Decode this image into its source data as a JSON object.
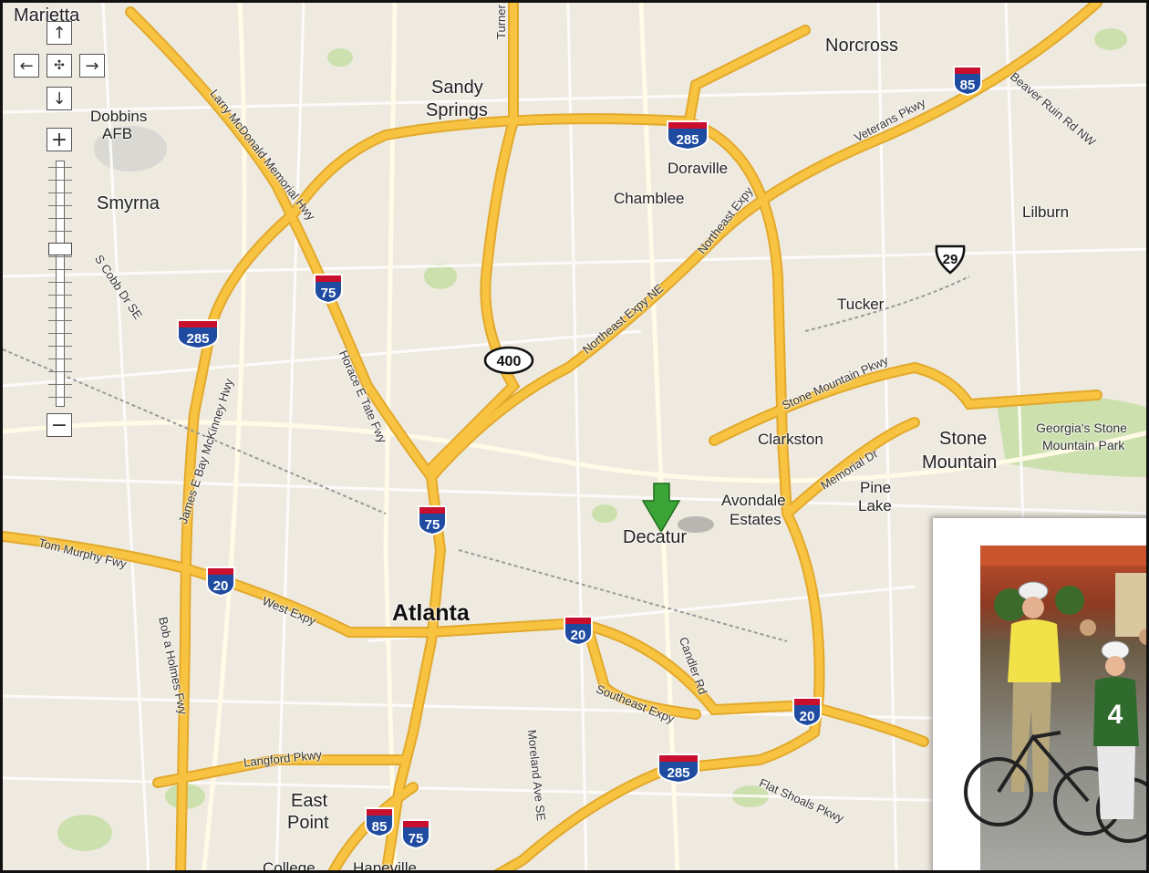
{
  "map": {
    "cities": {
      "marietta": "Marietta",
      "sandy_springs_1": "Sandy",
      "sandy_springs_2": "Springs",
      "norcross": "Norcross",
      "dobbins_1": "Dobbins",
      "dobbins_2": "AFB",
      "smyrna": "Smyrna",
      "doraville": "Doraville",
      "chamblee": "Chamblee",
      "lilburn": "Lilburn",
      "tucker": "Tucker",
      "clarkston": "Clarkston",
      "stone_mountain_1": "Stone",
      "stone_mountain_2": "Mountain",
      "park_1": "Georgia's Stone",
      "park_2": "Mountain Park",
      "pine_lake_1": "Pine",
      "pine_lake_2": "Lake",
      "avondale_1": "Avondale",
      "avondale_2": "Estates",
      "decatur": "Decatur",
      "atlanta": "Atlanta",
      "east_point_1": "East",
      "east_point_2": "Point",
      "college": "College",
      "hapeville": "Hapeville"
    },
    "roads": {
      "turner": "Turner McD",
      "larry": "Larry McDonald Memorial Hwy",
      "veterans": "Veterans Pkwy",
      "beaver": "Beaver Ruin Rd NW",
      "ne_expy": "Northeast Expy",
      "ne_expy_ne": "Northeast Expy NE",
      "s_cobb": "S Cobb Dr SE",
      "horace": "Horace E Tate Fwy",
      "stone_mtn": "Stone Mountain Pkwy",
      "memorial": "Memorial Dr",
      "james": "James E Bay McKinney Hwy",
      "tom_murphy": "Tom Murphy Fwy",
      "west_expy": "West Expy",
      "bob_holmes": "Bob a Holmes Fwy",
      "candler": "Candler Rd",
      "southeast": "Southeast Expy",
      "moreland": "Moreland Ave SE",
      "langford": "Langford Pkwy",
      "flat_shoals": "Flat Shoals Pkwy"
    },
    "shields": {
      "i285": "285",
      "i85": "85",
      "i75": "75",
      "i20": "20",
      "ga400": "400",
      "us29": "29"
    },
    "controls": {
      "pan_up": "↑",
      "pan_left": "←",
      "pan_center": "✣",
      "pan_right": "→",
      "pan_down": "↓",
      "zoom_in": "+",
      "zoom_out": "−"
    },
    "colors": {
      "highway": "#f7c341",
      "land": "#efeae0",
      "park": "#c8dfa8",
      "interstate_blue": "#1f4ca0",
      "interstate_red": "#c8102e",
      "marker": "#3aa536"
    },
    "marker_icon": "green-arrow-marker"
  },
  "photo": {
    "jersey_number": "4"
  }
}
